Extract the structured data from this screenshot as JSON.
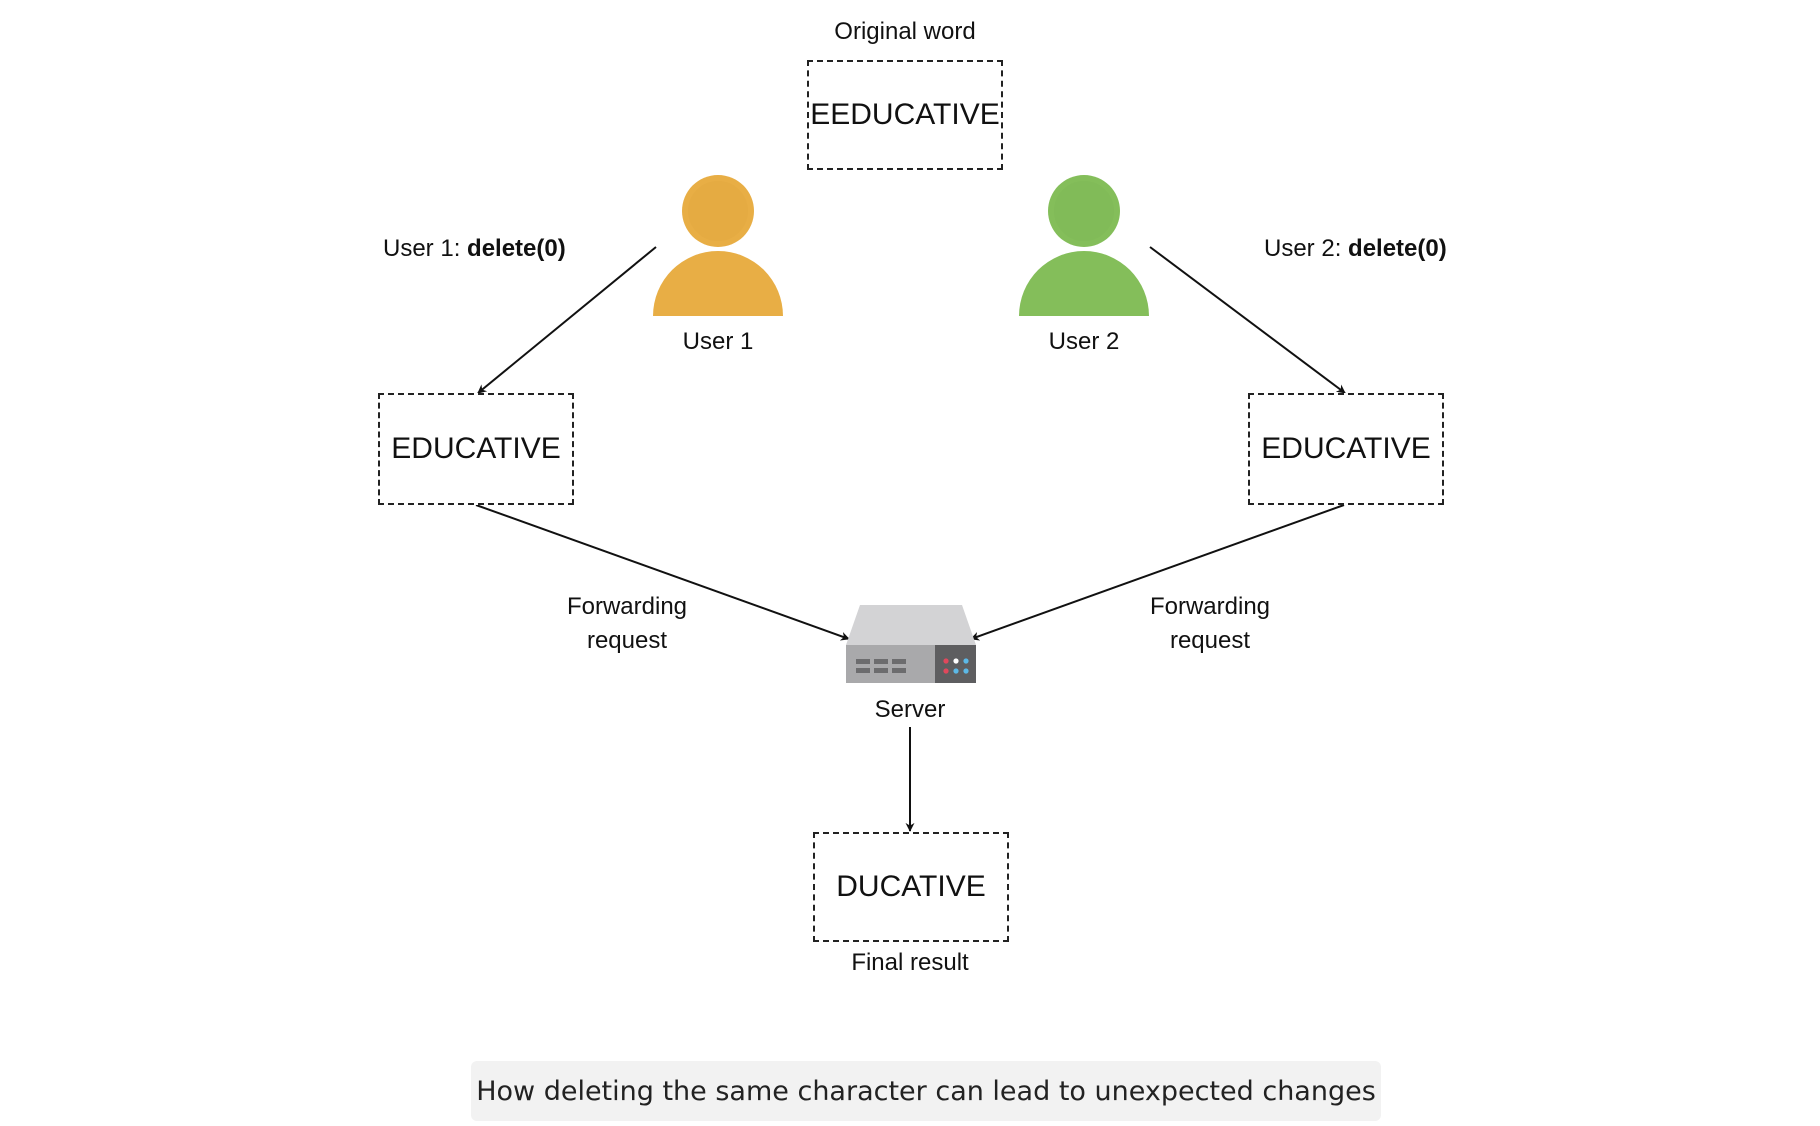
{
  "original": {
    "caption": "Original word",
    "word": "EEDUCATIVE"
  },
  "user1": {
    "name": "User 1",
    "op_prefix": "User 1: ",
    "op": "delete(0)",
    "result": "EDUCATIVE",
    "color": "#E8AE45"
  },
  "user2": {
    "name": "User 2",
    "op_prefix": "User 2: ",
    "op": "delete(0)",
    "result": "EDUCATIVE",
    "color": "#84BE5A"
  },
  "forward_left": {
    "line1": "Forwarding",
    "line2": "request"
  },
  "forward_right": {
    "line1": "Forwarding",
    "line2": "request"
  },
  "server": {
    "label": "Server"
  },
  "final": {
    "word": "DUCATIVE",
    "caption": "Final result"
  },
  "caption": "How deleting the same character can lead to unexpected changes"
}
